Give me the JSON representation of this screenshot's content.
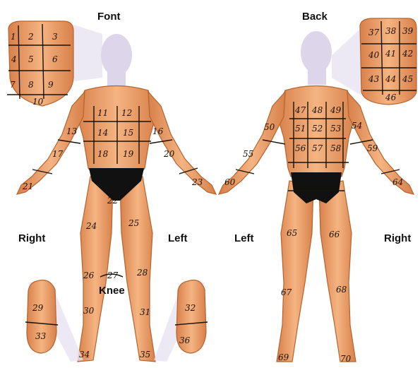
{
  "headings": {
    "front": "Font",
    "back": "Back",
    "front_right": "Right",
    "front_left": "Left",
    "back_left": "Left",
    "back_right": "Right",
    "knee": "Knee"
  },
  "front_face_numbers": [
    "1",
    "2",
    "3",
    "4",
    "5",
    "6",
    "7",
    "8",
    "9",
    "10"
  ],
  "front_body_numbers": [
    "11",
    "12",
    "13",
    "14",
    "15",
    "16",
    "17",
    "18",
    "19",
    "20",
    "21",
    "22",
    "23",
    "24",
    "25",
    "26",
    "27",
    "28",
    "30",
    "31",
    "34",
    "35"
  ],
  "front_foot_numbers": [
    "29",
    "33",
    "32",
    "36"
  ],
  "back_head_numbers": [
    "37",
    "38",
    "39",
    "40",
    "41",
    "42",
    "43",
    "44",
    "45",
    "46"
  ],
  "back_body_numbers": [
    "47",
    "48",
    "49",
    "50",
    "51",
    "52",
    "53",
    "54",
    "55",
    "56",
    "57",
    "58",
    "59",
    "60",
    "64",
    "65",
    "66",
    "67",
    "68",
    "69",
    "70"
  ],
  "colors": {
    "skin_light": "#f4b482",
    "skin_dark": "#d8804a",
    "outline": "#b5642f",
    "underwear": "#111111",
    "ghost_head": "#ddd6ea",
    "ink": "#1a1208"
  }
}
